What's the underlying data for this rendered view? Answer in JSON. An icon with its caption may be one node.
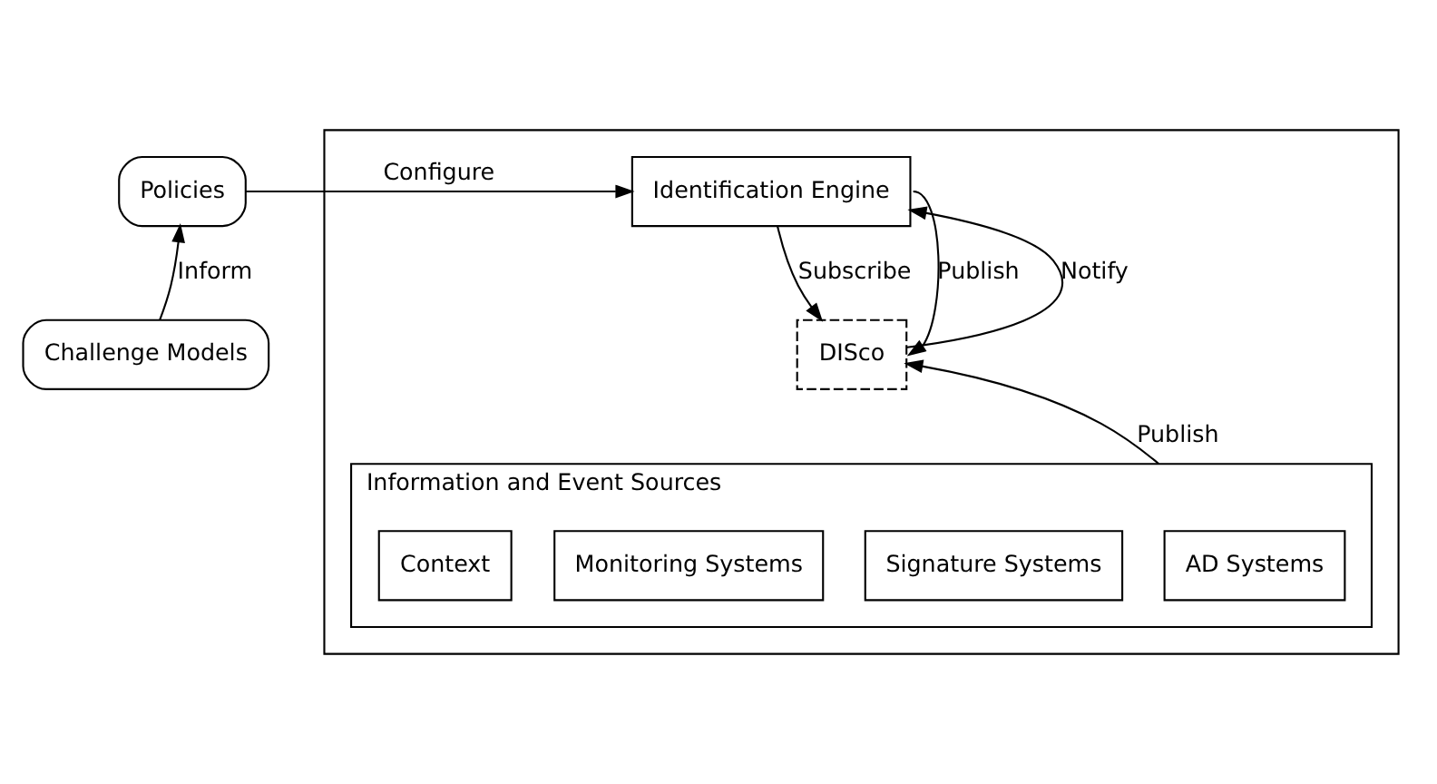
{
  "diagram": {
    "nodes": [
      {
        "text": [
          "Policies"
        ]
      },
      {
        "text": [
          "Challenge Models"
        ]
      },
      {
        "text": [],
        "shape": "box"
      },
      {
        "text": [
          "Identification Engine"
        ],
        "in": 2
      },
      {
        "text": [
          "DISco"
        ],
        "in": 2
      },
      {
        "text": [
          "Information and Event Sources"
        ],
        "in": 2
      },
      {
        "text": [
          "AD Systems"
        ],
        "in": 5
      },
      {
        "text": [
          "Signature Systems"
        ],
        "in": 5
      },
      {
        "text": [
          "Monitoring Systems"
        ],
        "in": 5
      },
      {
        "text": [
          "Context"
        ],
        "in": 5
      }
    ],
    "edges": [
      {
        "from": 1,
        "to": 0,
        "arrow": "to",
        "label": "Inform"
      },
      {
        "from": 0,
        "to": 3,
        "arrow": "to",
        "label": "Configure"
      },
      {
        "from": 4,
        "to": 3,
        "arrow": "to",
        "label": "Notify"
      },
      {
        "from": 3,
        "to": 4,
        "arrow": "to",
        "label": "Subscribe"
      },
      {
        "from": 3,
        "to": 4,
        "arrow": "to",
        "label": "Publish"
      },
      {
        "from": 5,
        "to": 4,
        "arrow": "to",
        "label": "Publish"
      }
    ]
  }
}
